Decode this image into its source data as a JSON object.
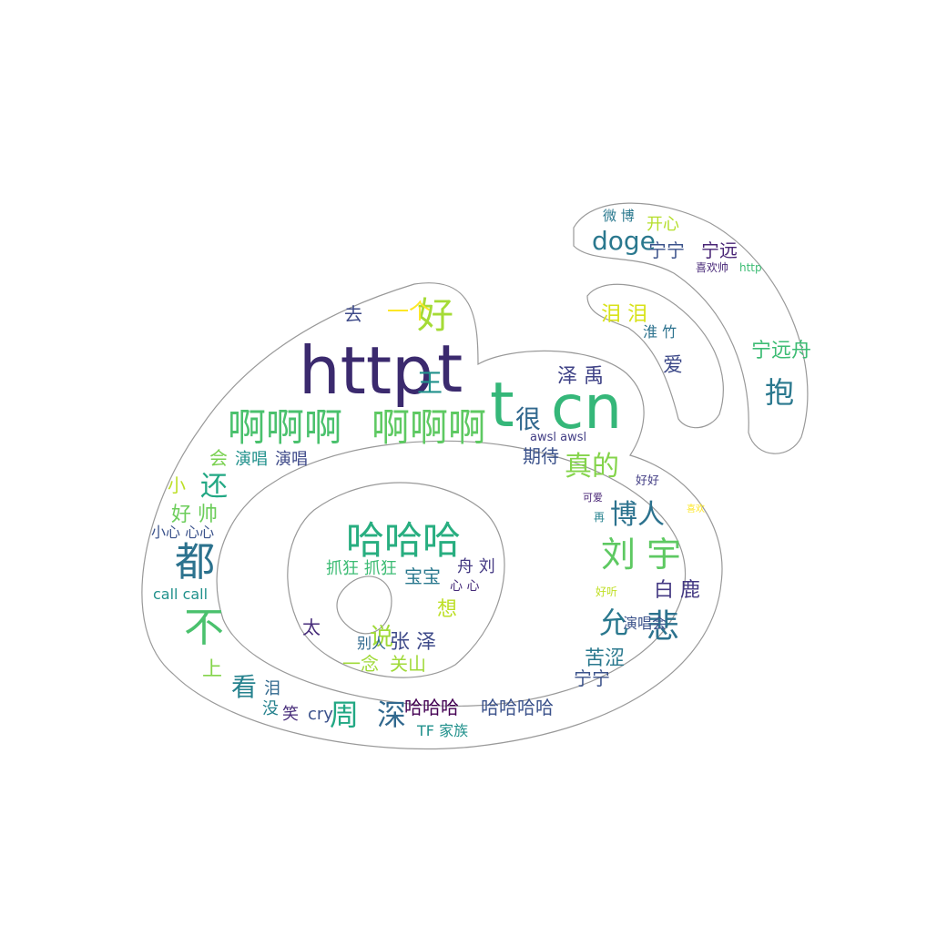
{
  "wordcloud": {
    "mask": "weibo-logo",
    "words": [
      {
        "text": "http",
        "color": "#3b2a6e"
      },
      {
        "text": "t",
        "color": "#3b2a6e"
      },
      {
        "text": "t",
        "color": "#35b779"
      },
      {
        "text": "cn",
        "color": "#35b779"
      },
      {
        "text": "好",
        "color": "#a5db36"
      },
      {
        "text": "一个",
        "color": "#fde725"
      },
      {
        "text": "去",
        "color": "#3e4a89"
      },
      {
        "text": "王",
        "color": "#21918c"
      },
      {
        "text": "啊啊啊",
        "color": "#4ac16d"
      },
      {
        "text": "啊啊啊",
        "color": "#5ec962"
      },
      {
        "text": "很",
        "color": "#31688e"
      },
      {
        "text": "泽 禹",
        "color": "#404387"
      },
      {
        "text": "期待",
        "color": "#3b528b"
      },
      {
        "text": "awsl awsl",
        "color": "#433e85"
      },
      {
        "text": "真的",
        "color": "#84d44b"
      },
      {
        "text": "博人",
        "color": "#2c728e"
      },
      {
        "text": "刘 宇",
        "color": "#5ec962"
      },
      {
        "text": "允",
        "color": "#2a788e"
      },
      {
        "text": "悲",
        "color": "#2c728e"
      },
      {
        "text": "白 鹿",
        "color": "#443983"
      },
      {
        "text": "哈哈哈",
        "color": "#28ae80"
      },
      {
        "text": "抓狂 抓狂",
        "color": "#3dbc74"
      },
      {
        "text": "宝宝",
        "color": "#2a788e"
      },
      {
        "text": "舟 刘",
        "color": "#443983"
      },
      {
        "text": "心 心",
        "color": "#472c7a"
      },
      {
        "text": "说",
        "color": "#a0da39"
      },
      {
        "text": "想",
        "color": "#bddf26"
      },
      {
        "text": "张 泽",
        "color": "#3e4a89"
      },
      {
        "text": "一念",
        "color": "#a0da39"
      },
      {
        "text": "关山",
        "color": "#a0da39"
      },
      {
        "text": "别人",
        "color": "#31688e"
      },
      {
        "text": "太",
        "color": "#472c7a"
      },
      {
        "text": "都",
        "color": "#2c728e"
      },
      {
        "text": "不",
        "color": "#4ac16d"
      },
      {
        "text": "还",
        "color": "#22a884"
      },
      {
        "text": "好 帅",
        "color": "#6ccd5a"
      },
      {
        "text": "会",
        "color": "#7ad151"
      },
      {
        "text": "演唱",
        "color": "#21918c"
      },
      {
        "text": "演唱",
        "color": "#3e4a89"
      },
      {
        "text": "小",
        "color": "#bddf26"
      },
      {
        "text": "小心 心心",
        "color": "#3b528b"
      },
      {
        "text": "call call",
        "color": "#21918c"
      },
      {
        "text": "上",
        "color": "#84d44b"
      },
      {
        "text": "看",
        "color": "#26828e"
      },
      {
        "text": "周",
        "color": "#22a884"
      },
      {
        "text": "深",
        "color": "#31688e"
      },
      {
        "text": "哈哈哈",
        "color": "#440154"
      },
      {
        "text": "哈哈哈哈",
        "color": "#3b528b"
      },
      {
        "text": "TF 家族",
        "color": "#21918c"
      },
      {
        "text": "cry",
        "color": "#3b528b"
      },
      {
        "text": "笑",
        "color": "#472c7a"
      },
      {
        "text": "没",
        "color": "#26828e"
      },
      {
        "text": "泪",
        "color": "#31688e"
      },
      {
        "text": "宁宁",
        "color": "#3b528b"
      },
      {
        "text": "苦涩",
        "color": "#2a788e"
      },
      {
        "text": "演唱会",
        "color": "#3b528b"
      },
      {
        "text": "doge",
        "color": "#2a788e"
      },
      {
        "text": "宁宁",
        "color": "#3b528b"
      },
      {
        "text": "宁远",
        "color": "#482475"
      },
      {
        "text": "开心",
        "color": "#b5de2b"
      },
      {
        "text": "微 博",
        "color": "#2a788e"
      },
      {
        "text": "泪 泪",
        "color": "#d8e219"
      },
      {
        "text": "淮 竹",
        "color": "#2c728e"
      },
      {
        "text": "爱",
        "color": "#3e4a89"
      },
      {
        "text": "抱",
        "color": "#2a788e"
      },
      {
        "text": "宁远舟",
        "color": "#3dbc74"
      },
      {
        "text": "喜欢帅",
        "color": "#482878"
      },
      {
        "text": "http",
        "color": "#3dbc74"
      },
      {
        "text": "好好",
        "color": "#433e85"
      },
      {
        "text": "可爱",
        "color": "#482475"
      },
      {
        "text": "再",
        "color": "#26828e"
      },
      {
        "text": "喜欢",
        "color": "#fde725"
      },
      {
        "text": "好听",
        "color": "#c0df25"
      }
    ]
  }
}
